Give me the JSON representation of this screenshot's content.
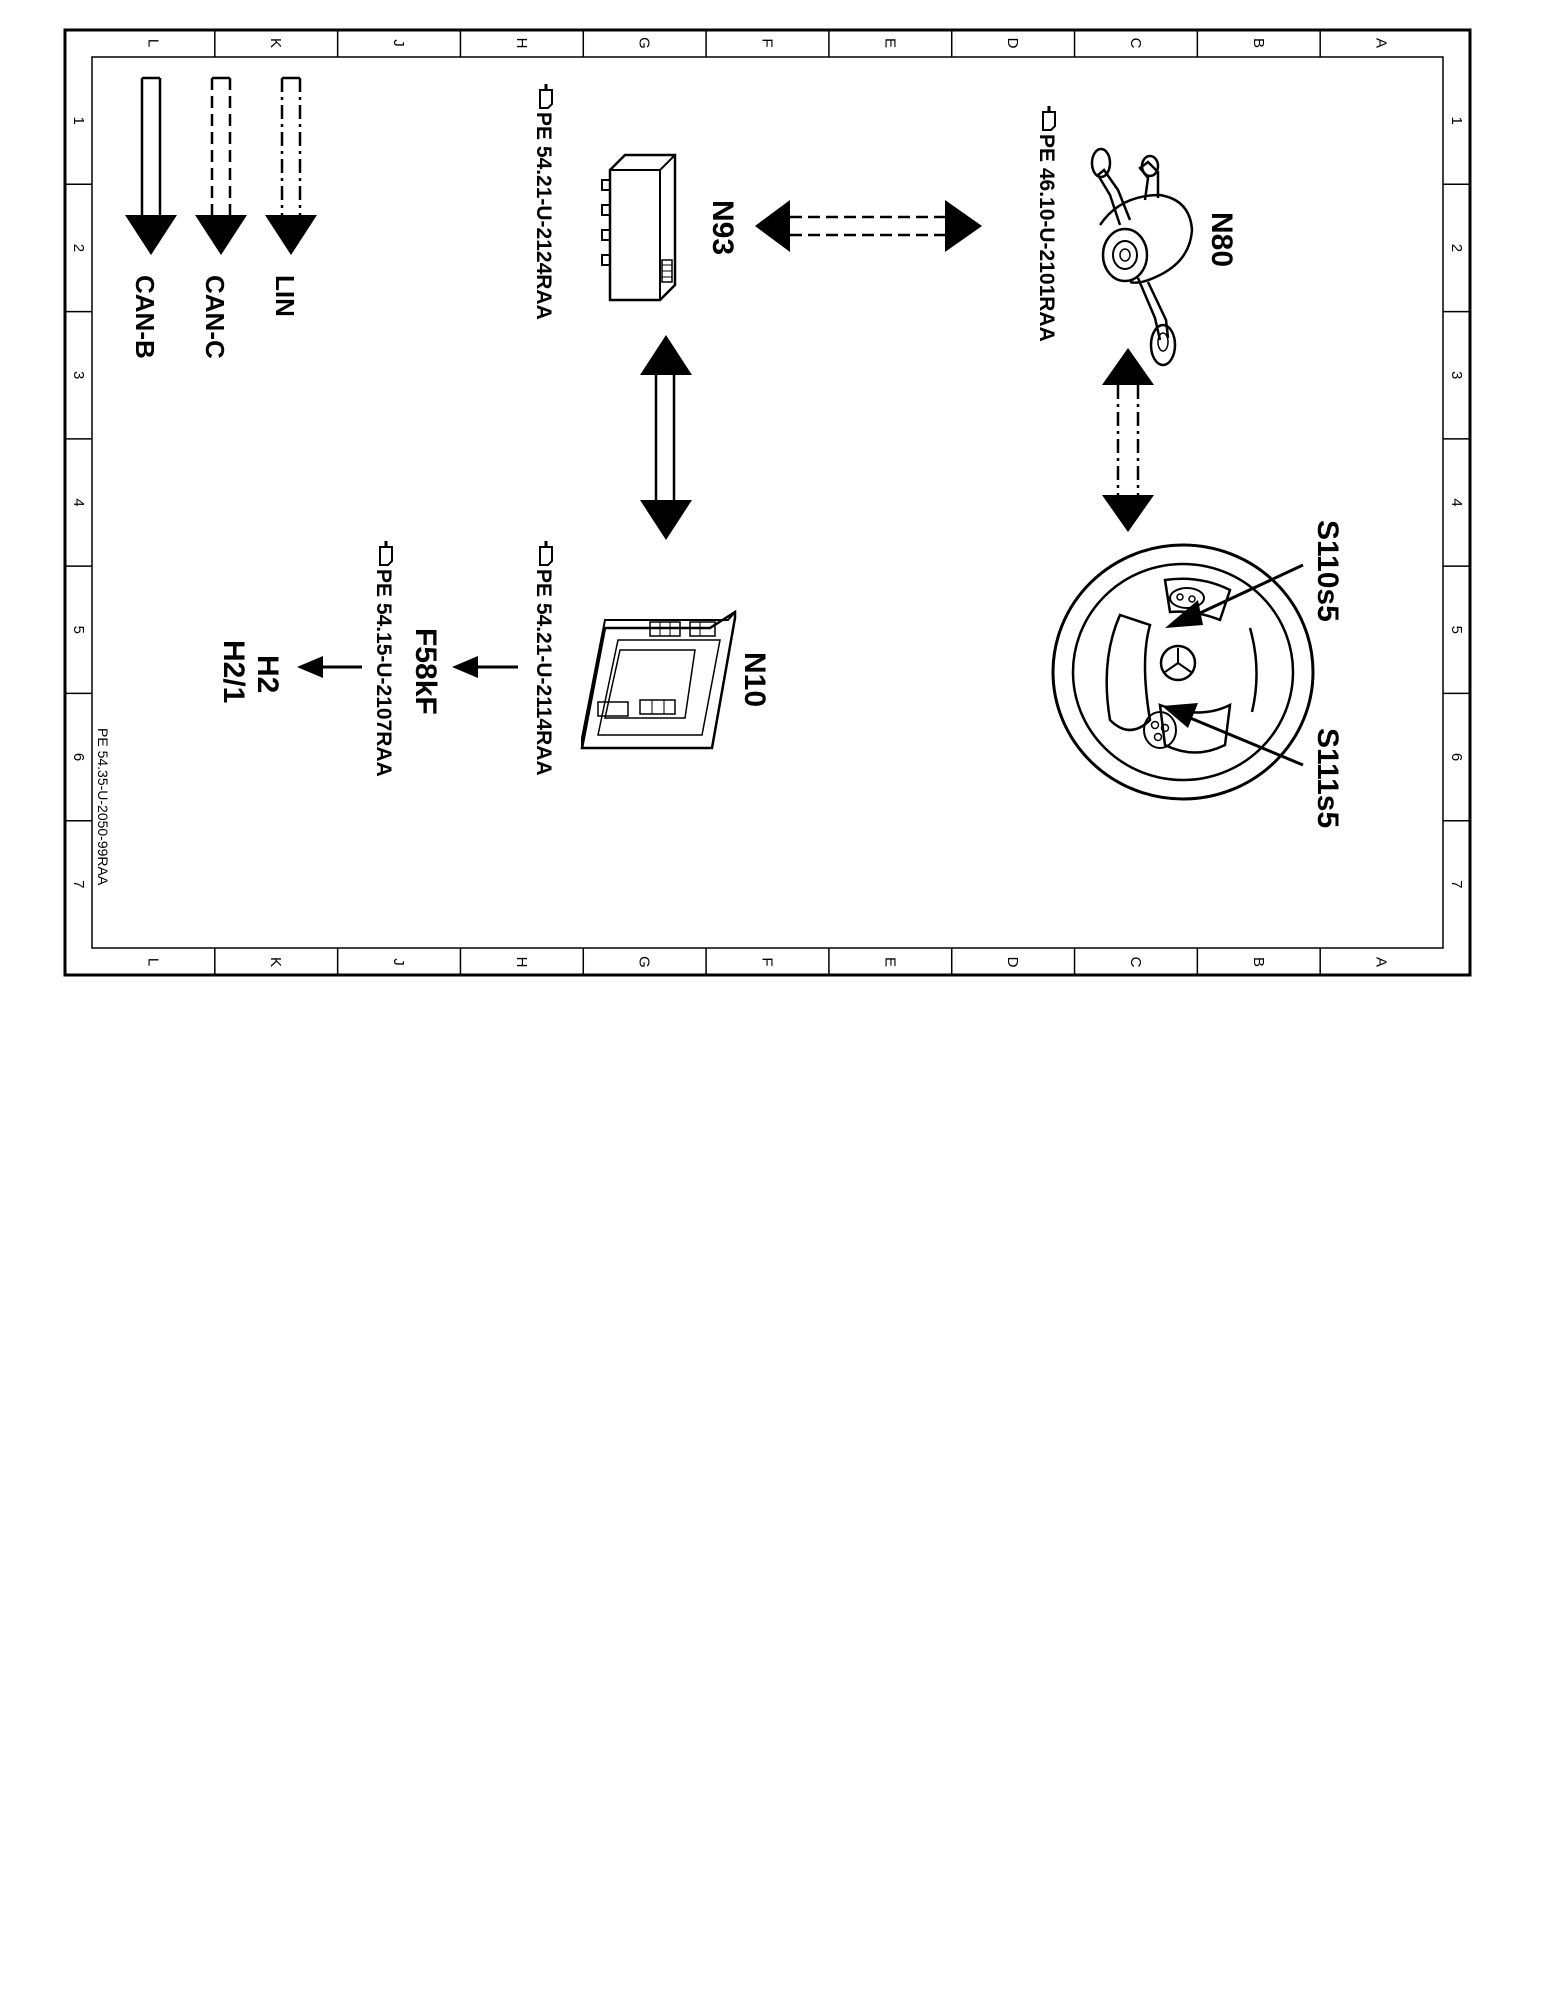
{
  "diagram": {
    "border": {
      "columns": [
        "L",
        "K",
        "J",
        "H",
        "G",
        "F",
        "E",
        "D",
        "C",
        "B",
        "A"
      ],
      "rows": [
        "1",
        "2",
        "3",
        "4",
        "5",
        "6",
        "7"
      ]
    },
    "drawing_id": "PE 54.35-U-2050-99RAA",
    "components": {
      "n80": {
        "label": "N80",
        "ref": "PE  46.10-U-2101RAA"
      },
      "n93": {
        "label": "N93",
        "ref": "PE  54.21-U-2124RAA"
      },
      "n10": {
        "label": "N10",
        "ref": "PE  54.21-U-2114RAA"
      },
      "s110s5": {
        "label": "S110s5"
      },
      "s111s5": {
        "label": "S111s5"
      },
      "f58kf": {
        "label": "F58kF",
        "ref": "PE  54.15-U-2107RAA"
      },
      "h2": {
        "label": "H2"
      },
      "h21": {
        "label": "H2/1"
      }
    },
    "legend": {
      "lin": "LIN",
      "can_c": "CAN-C",
      "can_b": "CAN-B"
    },
    "connections": [
      {
        "from": "N80",
        "to": "N93",
        "bus": "CAN-C"
      },
      {
        "from": "N80",
        "to": "Steering wheel",
        "bus": "LIN"
      },
      {
        "from": "N93",
        "to": "N10",
        "bus": "CAN-B"
      },
      {
        "from": "N10",
        "to": "F58kF",
        "bus": ""
      },
      {
        "from": "F58kF",
        "to": "H2 / H2/1",
        "bus": ""
      }
    ]
  }
}
